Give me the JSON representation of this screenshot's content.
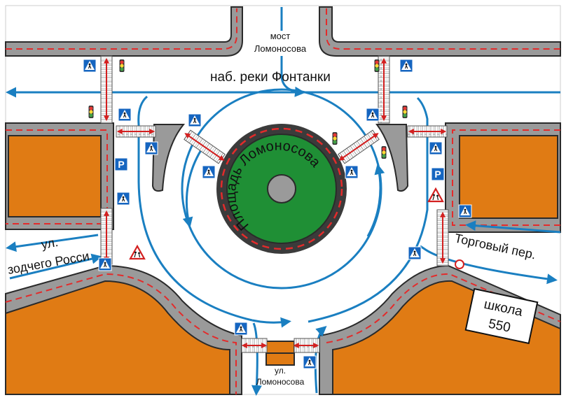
{
  "colors": {
    "building": "#e07b14",
    "sidewalk": "#9a9a9a",
    "curb": "#2a2a2a",
    "lane_marking": "#e32b2b",
    "traffic_flow": "#1a7fc1",
    "central_green": "#1f8f35",
    "central_ring": "#3b3b3b",
    "sign_blue": "#1565c0"
  },
  "labels": {
    "bridge_line1": "мост",
    "bridge_line2": "Ломоносова",
    "embankment": "наб. реки Фонтанки",
    "square": "Площадь Ломоносова",
    "zodchego_line1": "ул.",
    "zodchego_line2": "зодчего Росси",
    "torgovy": "Торговый пер.",
    "lomonosova_line1": "ул.",
    "lomonosova_line2": "Ломоносова",
    "school_line1": "школа",
    "school_line2": "550",
    "parking_left": "P",
    "parking_right": "P"
  },
  "icons": {
    "crosswalk_sign": "pedestrian-crossing-sign-icon",
    "traffic_light": "traffic-light-icon",
    "parking_sign": "parking-sign-icon",
    "children_warning": "children-warning-sign-icon",
    "no_vehicles": "no-vehicles-sign-icon"
  }
}
